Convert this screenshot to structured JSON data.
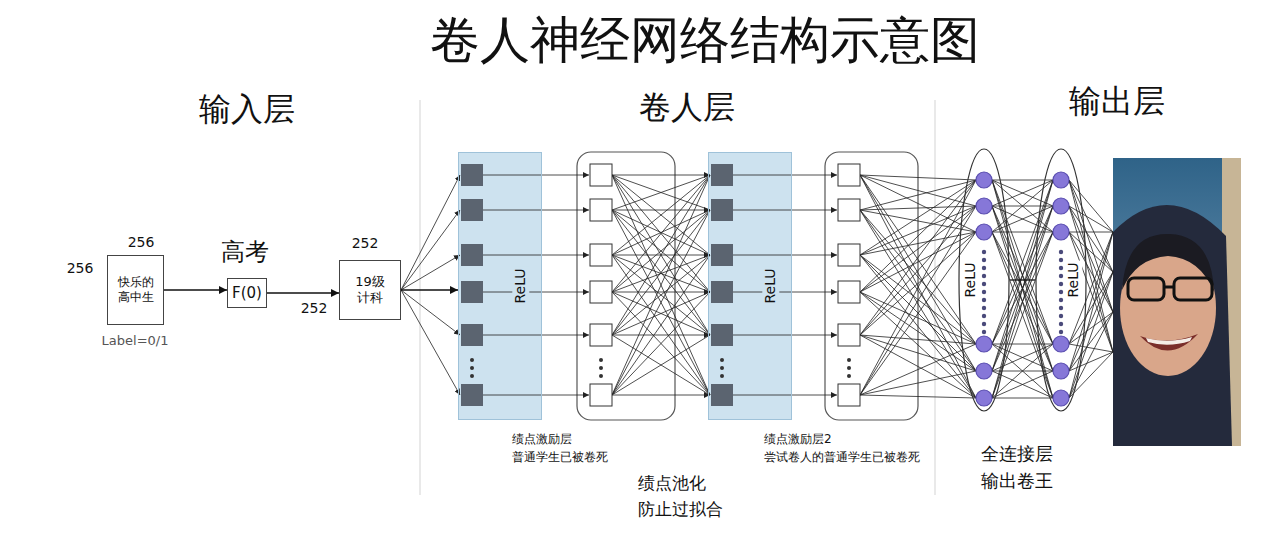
{
  "diagram": {
    "title": "卷人神经网络结构示意图",
    "nodes": [
      {
        "text": [
          "快乐的 高中生"
        ]
      },
      {
        "text": [
          "F(0)"
        ]
      },
      {
        "text": [
          "19级 计科"
        ]
      },
      {
        "text": [
          "ReLU"
        ]
      },
      {
        "text": [
          "ReLU"
        ]
      },
      {
        "text": [
          "ReLU"
        ]
      },
      {
        "text": [
          "ReLU"
        ]
      }
    ],
    "edges": [
      {
        "from": 0,
        "to": 1,
        "arrow": "to"
      },
      {
        "from": 1,
        "to": 2,
        "arrow": "to"
      },
      {
        "from": 2,
        "to": 3,
        "arrow": "to"
      },
      {
        "from": 5,
        "to": 6,
        "arrow": "none"
      }
    ],
    "labels": [
      "输入层",
      "卷人层",
      "输出层",
      "256",
      "256",
      "Label=0/1",
      "高考",
      "252",
      "252",
      "绩点激励层 普通学生已被卷死",
      "绩点池化 防止过拟合",
      "绩点激励层2 尝试卷人的普通学生已被卷死",
      "全连接层 输出卷王"
    ]
  }
}
